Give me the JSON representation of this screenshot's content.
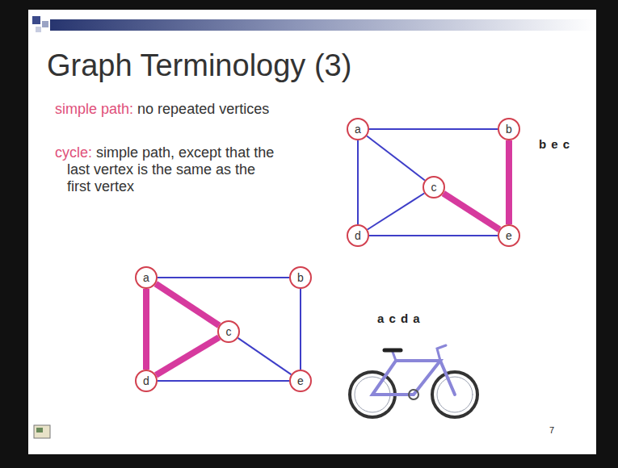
{
  "diagram": {
    "title": "Graph Terminology (3)",
    "nodes": [
      {
        "text": [
          "a"
        ]
      },
      {
        "text": [
          "b"
        ]
      },
      {
        "text": [
          "c"
        ]
      },
      {
        "text": [
          "d"
        ]
      },
      {
        "text": [
          "e"
        ]
      },
      {
        "text": [
          "a"
        ]
      },
      {
        "text": [
          "b"
        ]
      },
      {
        "text": [
          "c"
        ]
      },
      {
        "text": [
          "d"
        ]
      },
      {
        "text": [
          "e"
        ]
      }
    ],
    "edges": [
      {
        "from": 0,
        "to": 1,
        "arrow": "none"
      },
      {
        "from": 0,
        "to": 2,
        "arrow": "none"
      },
      {
        "from": 0,
        "to": 3,
        "arrow": "none"
      },
      {
        "from": 2,
        "to": 3,
        "arrow": "none"
      },
      {
        "from": 2,
        "to": 4,
        "arrow": "none"
      },
      {
        "from": 1,
        "to": 4,
        "arrow": "none"
      },
      {
        "from": 3,
        "to": 4,
        "arrow": "none"
      },
      {
        "from": 5,
        "to": 6,
        "arrow": "none"
      },
      {
        "from": 5,
        "to": 7,
        "arrow": "none"
      },
      {
        "from": 5,
        "to": 8,
        "arrow": "none"
      },
      {
        "from": 7,
        "to": 8,
        "arrow": "none"
      },
      {
        "from": 7,
        "to": 9,
        "arrow": "none"
      },
      {
        "from": 6,
        "to": 9,
        "arrow": "none"
      },
      {
        "from": 8,
        "to": 9,
        "arrow": "none"
      }
    ],
    "labels": [
      "simple path:",
      "no repeated vertices",
      "cycle:",
      "simple path, except that the last vertex is the same as the first vertex",
      "b e c",
      "a c d a",
      "7"
    ]
  }
}
